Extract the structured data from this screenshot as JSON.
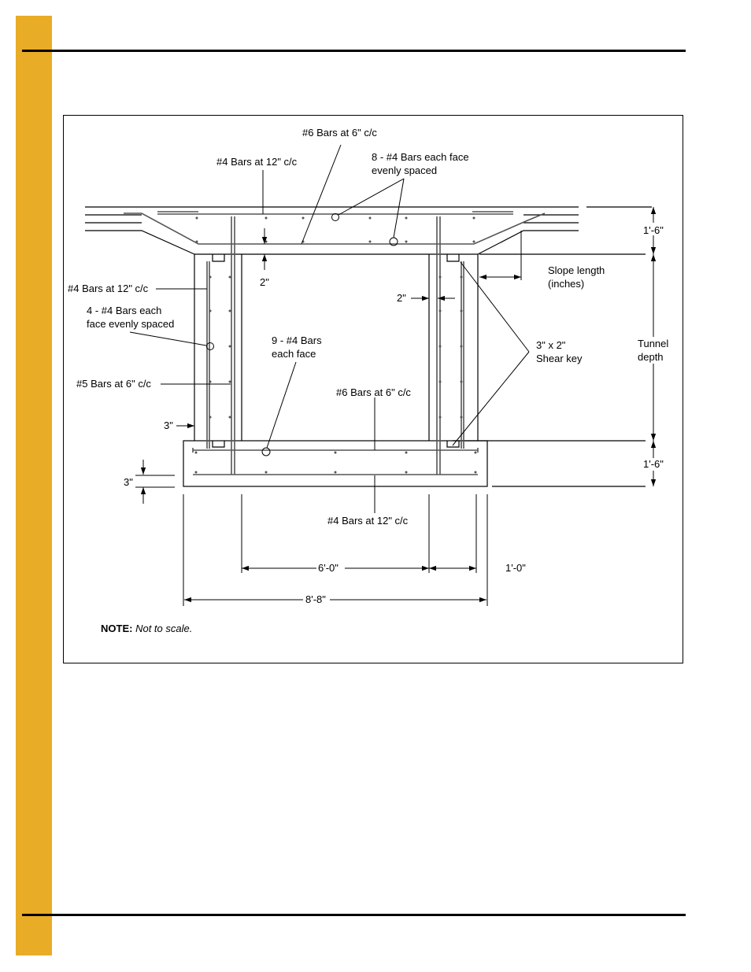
{
  "colors": {
    "sidebar": "#e9ac27",
    "ink": "#000000",
    "rebar": "#555555"
  },
  "labels": {
    "top_main": "#6 Bars at 6\" c/c",
    "top_dist": "#4 Bars at 12\" c/c",
    "top_face_1": "8 - #4 Bars each face",
    "top_face_2": "evenly spaced",
    "slope_1": "Slope length",
    "slope_2": "(inches)",
    "cover_top": "2\"",
    "cover_wall": "2\"",
    "wall_dist": "#4 Bars at 12\" c/c",
    "wall_face_1": "4 - #4 Bars each",
    "wall_face_2": "face evenly spaced",
    "base_face_1": "9 - #4 Bars",
    "base_face_2": "each face",
    "shear_1": "3\" x 2\"",
    "shear_2": "Shear key",
    "tunnel_1": "Tunnel",
    "tunnel_2": "depth",
    "wall_main": "#5 Bars at 6\" c/c",
    "base_top": "#6 Bars at 6\" c/c",
    "wall_cover": "3\"",
    "base_cover": "3\"",
    "top_thick": "1'-6\"",
    "base_thick": "1'-6\"",
    "base_dist": "#4 Bars at 12\" c/c",
    "span": "6'-0\"",
    "wall": "1'-0\"",
    "overall": "8'-8\""
  },
  "note": {
    "label": "NOTE:",
    "text": "Not to scale."
  }
}
